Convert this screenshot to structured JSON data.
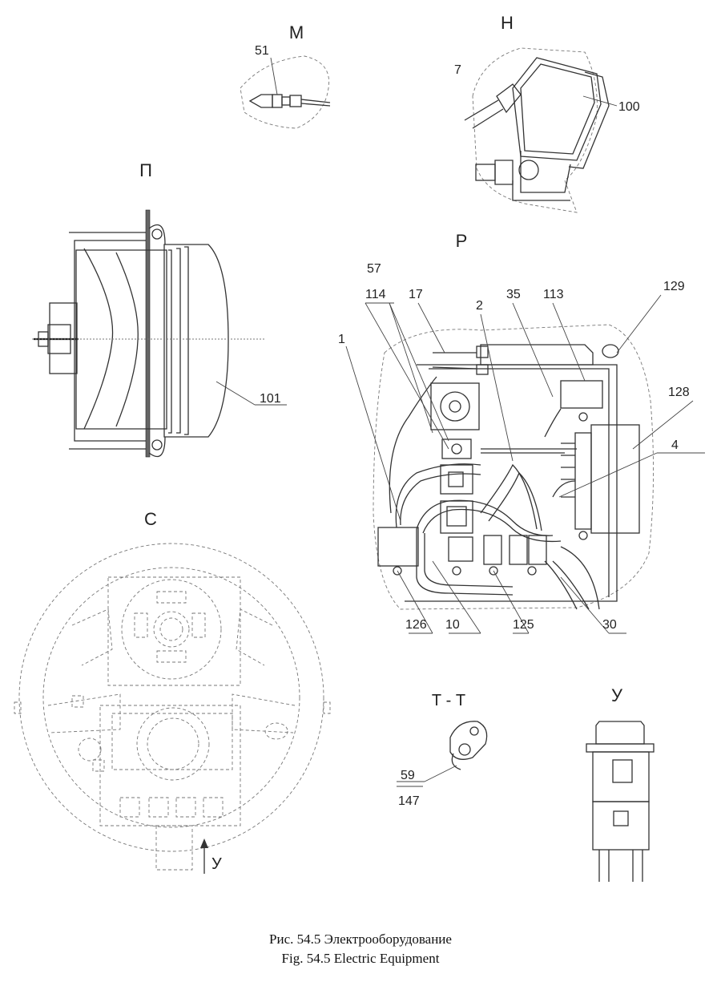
{
  "views": {
    "m": "М",
    "n": "Н",
    "p": "П",
    "r": "Р",
    "s": "С",
    "t": "Т - Т",
    "u": "У"
  },
  "callouts": {
    "c51": "51",
    "c7": "7",
    "c100": "100",
    "c101": "101",
    "c57": "57",
    "c114": "114",
    "c17": "17",
    "c2": "2",
    "c35": "35",
    "c113": "113",
    "c129": "129",
    "c1": "1",
    "c128": "128",
    "c4": "4",
    "c126": "126",
    "c10": "10",
    "c125": "125",
    "c30": "30",
    "c59": "59",
    "c147": "147",
    "arrow_u": "У"
  },
  "caption": {
    "ru": "Рис. 54.5 Электрооборудование",
    "en": "Fig. 54.5 Electric Equipment"
  }
}
